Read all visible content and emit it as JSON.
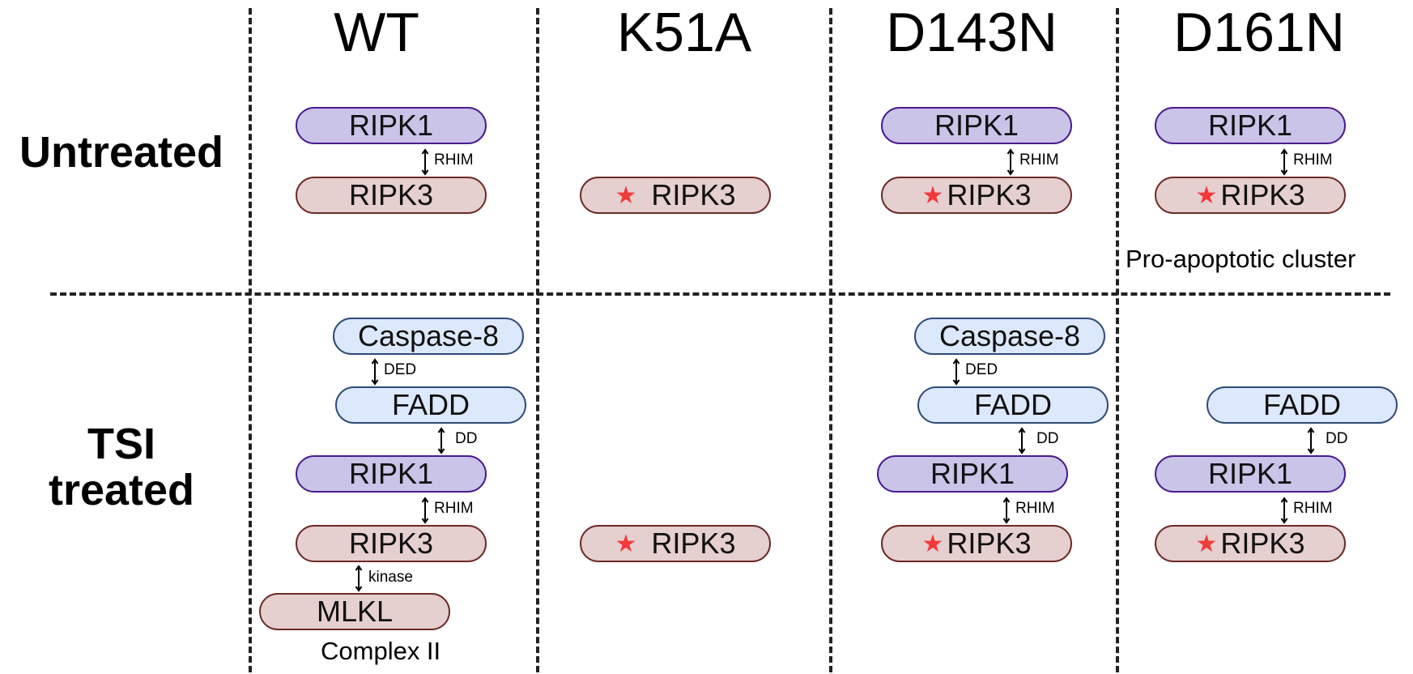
{
  "columns": [
    "WT",
    "K51A",
    "D143N",
    "D161N"
  ],
  "rows": {
    "untreated": "Untreated",
    "tsi_line1": "TSI",
    "tsi_line2": "treated"
  },
  "proteins": {
    "ripk1": "RIPK1",
    "ripk3": "RIPK3",
    "casp8": "Caspase-8",
    "fadd": "FADD",
    "mlkl": "MLKL"
  },
  "interactions": {
    "rhim": "RHIM",
    "ded": "DED",
    "dd": "DD",
    "kinase": "kinase"
  },
  "captions": {
    "pro_apoptotic": "Pro-apoptotic cluster",
    "complex_ii": "Complex II"
  },
  "icons": {
    "mutation_marker": "star-icon"
  },
  "colors": {
    "ripk1_fill": "#c9c4e8",
    "ripk1_border": "#4b1a8f",
    "ripk3_fill": "#e5cfcf",
    "ripk3_border": "#6b2a25",
    "adaptor_fill": "#dce8fb",
    "adaptor_border": "#2e4a78",
    "mutation_star": "#f23a3a"
  }
}
